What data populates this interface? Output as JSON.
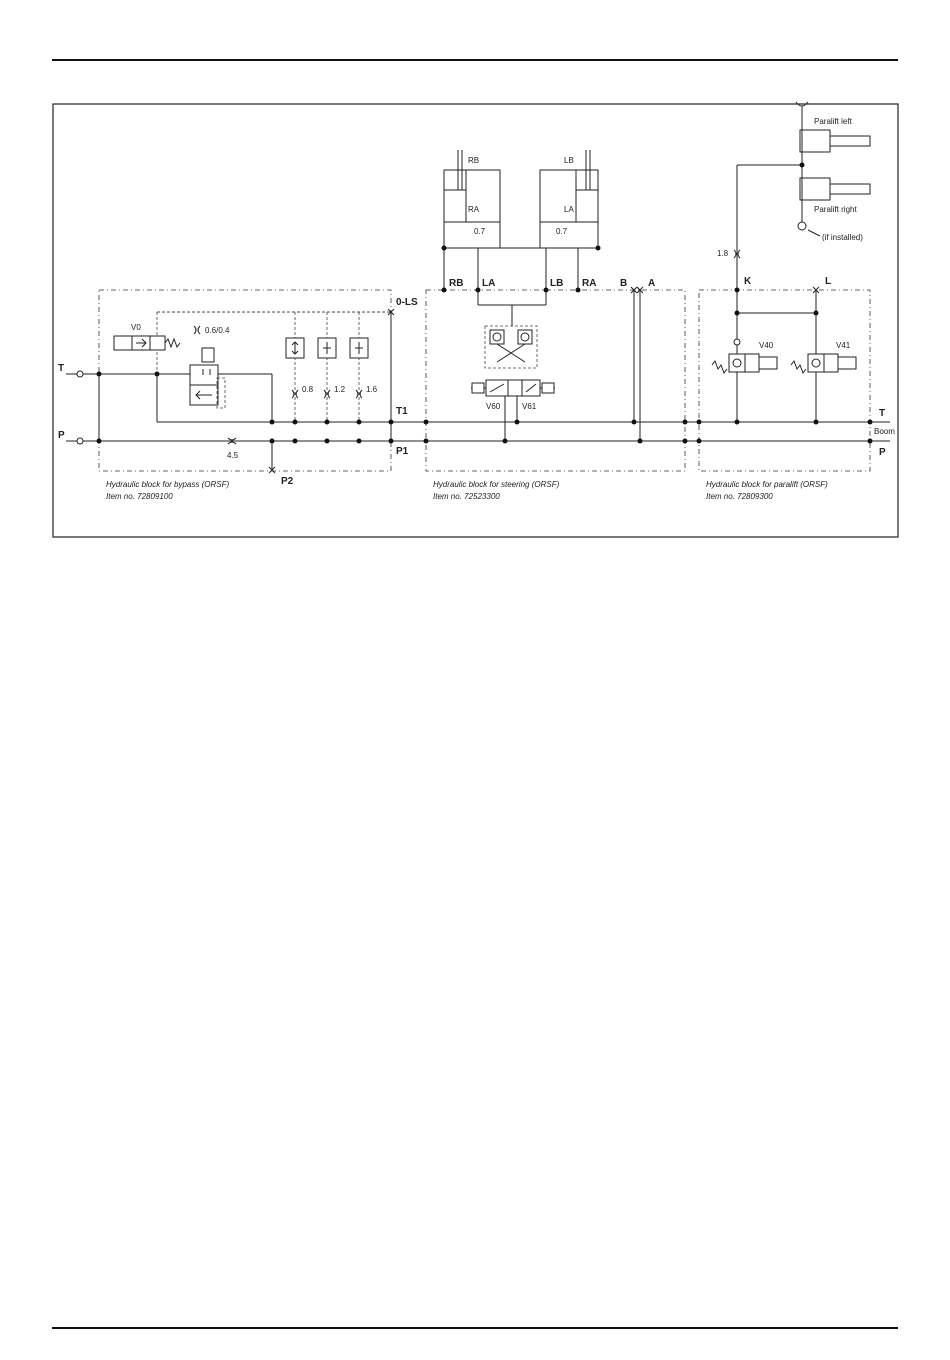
{
  "ports": {
    "T_in": "T",
    "P_in": "P",
    "ls": "0-LS",
    "t1": "T1",
    "p1": "P1",
    "p2": "P2",
    "rb": "RB",
    "la": "LA",
    "lb": "LB",
    "ra": "RA",
    "b": "B",
    "a": "A",
    "k": "K",
    "l": "L",
    "t_out": "T",
    "p_out": "P",
    "boom": "Boom"
  },
  "valves": {
    "v0": "V0",
    "v60": "V60",
    "v61": "V61",
    "v40": "V40",
    "v41": "V41"
  },
  "orifices": {
    "o1": "0.6/0.4",
    "o2": "0.8",
    "o3": "1.2",
    "o4": "1.6",
    "o5": "4.5",
    "o6": "0.7",
    "o7": "0.7",
    "o8": "1.8"
  },
  "cylinders": {
    "left_top": "RB",
    "left_bottom": "RA",
    "right_top": "LB",
    "right_bottom": "LA",
    "paralift_left": "Paralift left",
    "paralift_right": "Paralift right",
    "if_installed": "(if installed)"
  },
  "blocks": {
    "bypass": {
      "title": "Hydraulic block for bypass (ORSF)",
      "item": "Item no. 72809100"
    },
    "steering": {
      "title": "Hydraulic block for steering (ORSF)",
      "item": "Item no. 72523300"
    },
    "paralift": {
      "title": "Hydraulic block for paralift (ORSF)",
      "item": "Item no. 72809300"
    }
  }
}
